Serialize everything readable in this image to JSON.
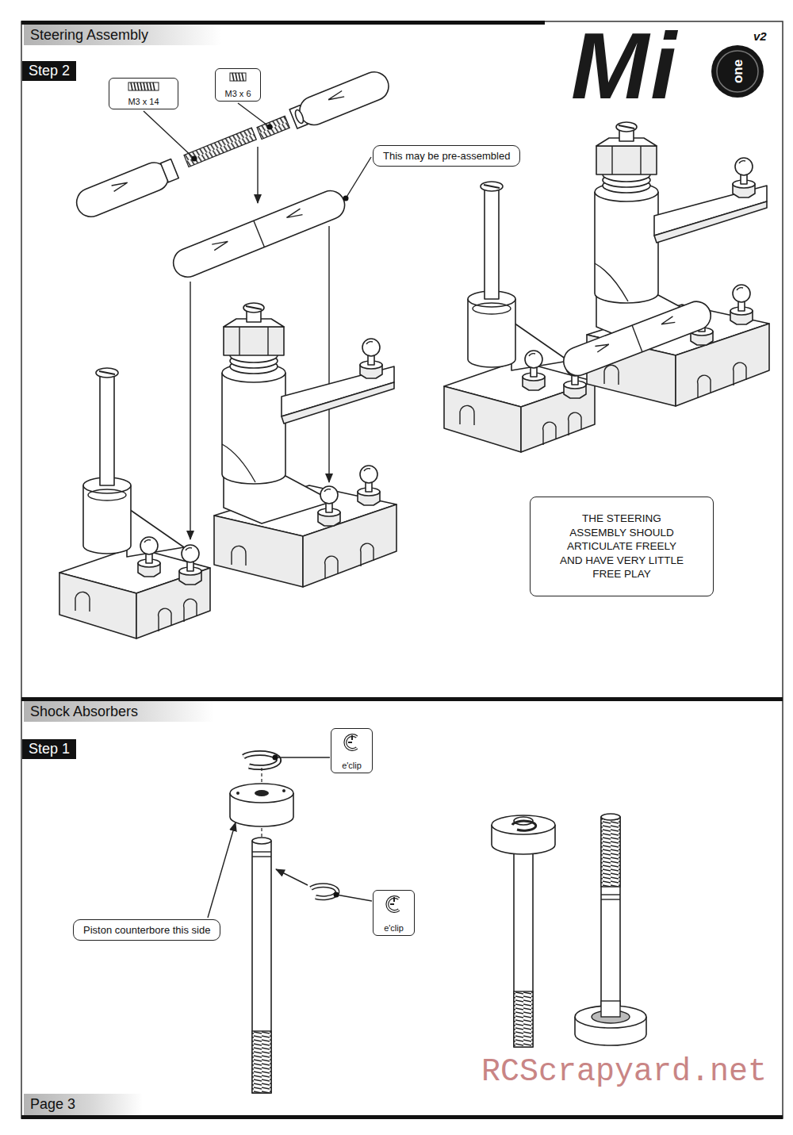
{
  "diagram": {
    "nodes": [
      {
        "text": [
          "Steering Assembly"
        ]
      },
      {
        "text": [
          "Step 2"
        ]
      },
      {
        "text": [
          "M3 x 14"
        ]
      },
      {
        "text": [
          "M3 x 6"
        ]
      },
      {
        "text": [
          "This may be pre-assembled"
        ]
      },
      {
        "text": [
          "THE STEERING ASSEMBLY SHOULD ARTICULATE FREELY AND HAVE VERY LITTLE FREE PLAY"
        ]
      },
      {
        "text": [
          "Shock Absorbers"
        ]
      },
      {
        "text": [
          "Step 1"
        ]
      },
      {
        "text": [
          "e'clip"
        ]
      },
      {
        "text": [
          "e'clip"
        ]
      },
      {
        "text": [
          "Piston counterbore this side"
        ]
      },
      {
        "text": [
          "Page 3"
        ]
      }
    ],
    "labels": [
      "Mi",
      "one",
      "v2",
      "RCScrapyard.net"
    ]
  }
}
